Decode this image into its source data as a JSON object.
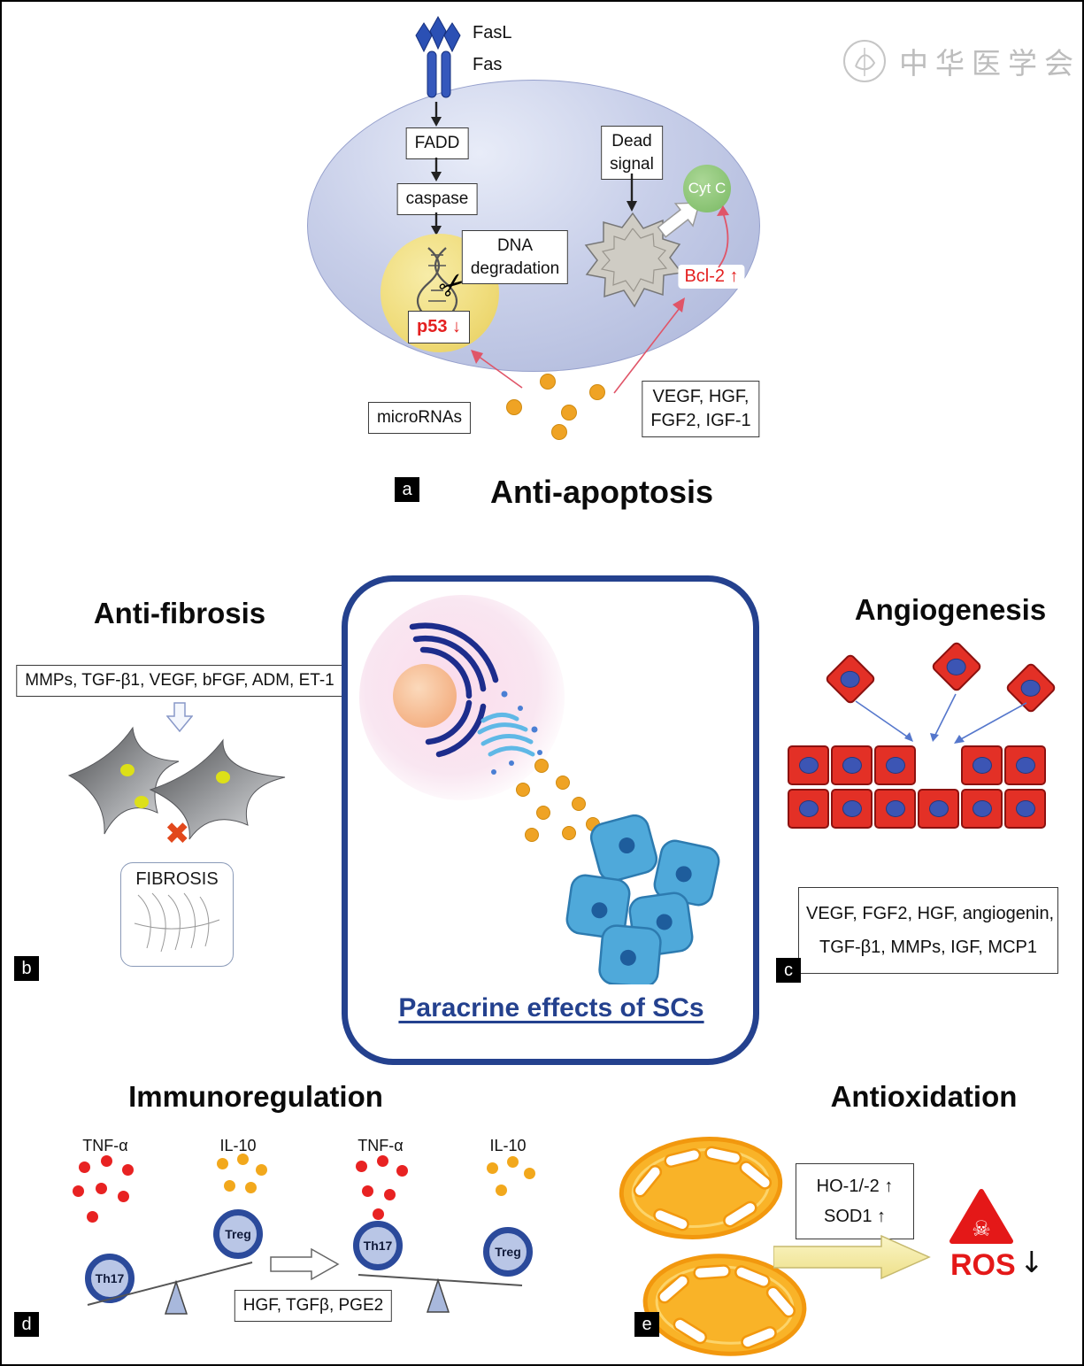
{
  "watermark": {
    "text": "中华医学会"
  },
  "icons": {
    "scissors": "✂",
    "cross_mark": "✖",
    "skull": "☠"
  },
  "panels": {
    "a": {
      "tag": "a",
      "title": "Anti-apoptosis",
      "fasl": "FasL",
      "fas": "Fas",
      "fadd": "FADD",
      "caspase": "caspase",
      "dna_deg_1": "DNA",
      "dna_deg_2": "degradation",
      "p53": "p53 ↓",
      "dead_1": "Dead",
      "dead_2": "signal",
      "cyt_c": "Cyt C",
      "bcl2": "Bcl-2 ↑",
      "micrornas": "microRNAs",
      "factors_1": "VEGF, HGF,",
      "factors_2": "FGF2, IGF-1"
    },
    "b": {
      "tag": "b",
      "title": "Anti-fibrosis",
      "factors": "MMPs, TGF-β1, VEGF, bFGF, ADM, ET-1",
      "fibrosis": "FIBROSIS"
    },
    "center": {
      "title": "Paracrine effects of SCs"
    },
    "c": {
      "tag": "c",
      "title": "Angiogenesis",
      "factors_1": "VEGF, FGF2, HGF, angiogenin,",
      "factors_2": "TGF-β1, MMPs, IGF, MCP1"
    },
    "d": {
      "tag": "d",
      "title": "Immunoregulation",
      "tnf": "TNF-α",
      "il10": "IL-10",
      "th17": "Th17",
      "treg": "Treg",
      "mediators": "HGF, TGFβ, PGE2"
    },
    "e": {
      "tag": "e",
      "title": "Antioxidation",
      "ho": "HO-1/-2 ↑",
      "sod": "SOD1 ↑",
      "ros": "ROS",
      "down_arrow": "↓"
    }
  }
}
